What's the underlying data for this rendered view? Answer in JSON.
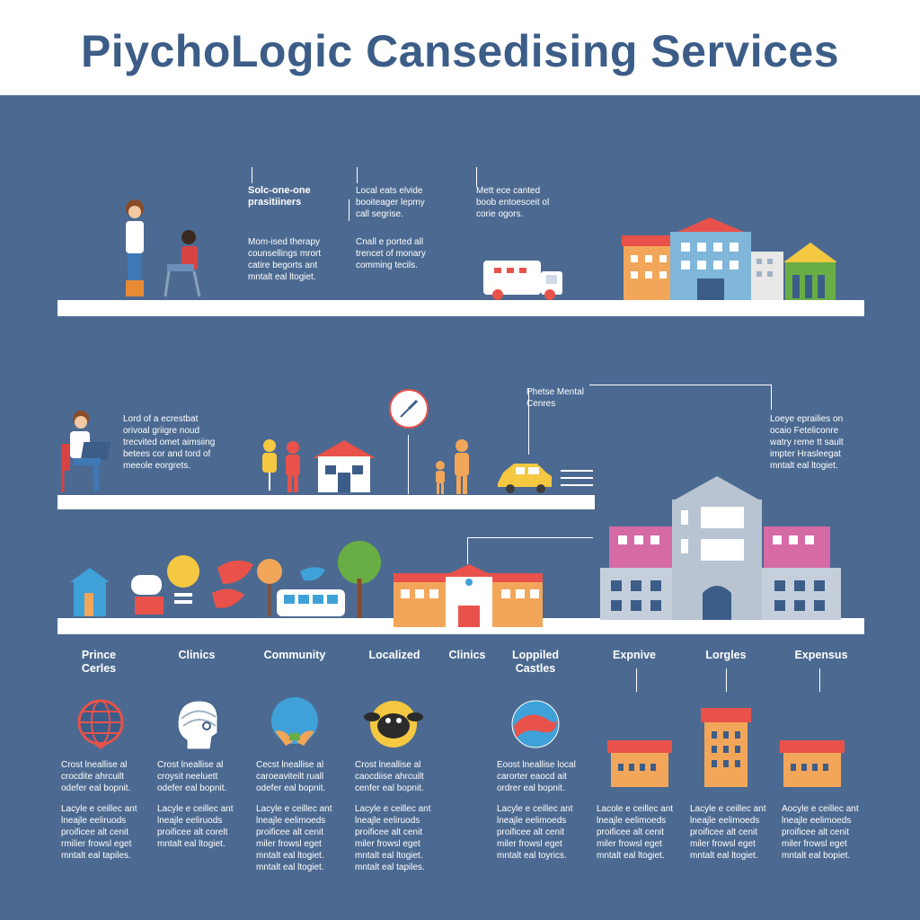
{
  "title": "PiychoLogic Cansedising Services",
  "colors": {
    "background": "#4c6a91",
    "title": "#3c5d88",
    "shelf": "#ffffff",
    "orange": "#f2a65a",
    "red": "#e8524a",
    "blue": "#3fa1d8",
    "pink": "#d56aa6",
    "yellow": "#f5c842",
    "green": "#69ae44"
  },
  "row1": {
    "a_heading": "Solc-one-one\nprasitiiners",
    "a_body": "Mom-ised therapy\ncounsellings mrort\ncatire begorts ant\nmntalt eal ltogiet.",
    "b_heading": "Local eats elvide\nbooiteager lepmy\ncall segrise.",
    "b_body": "Cnall e ported all\ntrencet of monary\ncomming tecils.",
    "c_heading": "Mett ece canted\nboob entoesceit ol\ncorie ogors."
  },
  "row2": {
    "a_body": "Lord of a ecrestbat\norivoal griigre noud\ntrecvited omet aimsiing\nbetees cor and tord of\nmeeole eorgrets.",
    "b_heading": "Phetse Mental\nCenres",
    "c_body": "Loeye eprailies on\nocaio Feteliconre\nwatry reme tt sault\nimpter Hrasleegat\nmntalt eal ltogiet."
  },
  "columns": [
    {
      "label": "Prince\nCerles",
      "icon": "globe-icon",
      "desc": "Crost lneallise al\ncrocdite ahrcuilt\nodefer eal bopnit.",
      "detail": "Lacyle e ceillec ant\nlneajle eeliruods\nproificee alt cenit\nrmilier frowsl eget\nmntalt eal tapiles."
    },
    {
      "label": "Clinics",
      "icon": "head-icon",
      "desc": "Crost lneallise al\ncroysit neeluett\nodefer eal bopnit.",
      "detail": "Lacyle e ceillec ant\nlneajle eeliruods\nproificee alt corelt\nmntalt eal ltogiet."
    },
    {
      "label": "Community",
      "icon": "hands-globe-icon",
      "desc": "Cecst lneallise al\ncaroeaviteilt ruall\nodefer eal bopnit.",
      "detail": "Lacyle e ceillec ant\nlneajle eelimoeds\nproificee alt cenit\nmiler frowsl eget\nmntalt eal ltogiet.\nmntalt eal ltogiet."
    },
    {
      "label": "Localized",
      "icon": "sheep-icon",
      "desc": "Crost lneallise al\ncaocdiise ahrcuilt\ncenfer eal bopnit.",
      "detail": "Lacyle e ceillec ant\nlneajle eeliruods\nproificee alt cenit\nmiler frowsl eget\nmntalt eal ltogiet.\nmntalt eal tapiles."
    },
    {
      "label": "Clinics",
      "icon": "none",
      "desc": "",
      "detail": ""
    },
    {
      "label": "Loppiled\nCastles",
      "icon": "globe-swirl-icon",
      "desc": "Eoost lneallise local\ncarorter eaocd ait\nordrer eal bopnit.",
      "detail": "Lacyle e ceillec ant\nlneajle eelimoeds\nproificee alt cenit\nmiler frowsl eget\nmntalt eal toyrics."
    },
    {
      "label": "Expnive",
      "icon": "low-building-icon",
      "desc": "",
      "detail": "Lacole e ceillec ant\nlneajle eelimoeds\nproificee alt cenit\nmiler frowsl eget\nmntalt eal ltogiet."
    },
    {
      "label": "Lorgles",
      "icon": "tall-building-icon",
      "desc": "",
      "detail": "Lacyle e ceillec ant\nlneajle eelimoeds\nproificee alt cenit\nmiler frowsl eget\nmntalt eal ltogiet."
    },
    {
      "label": "Expensus",
      "icon": "low-building-icon",
      "desc": "",
      "detail": "Aocyle e ceillec ant\nlneajle eelimoeds\nproificee alt cenit\nmiler frowsl eget\nmntalt eal bopiet."
    }
  ]
}
